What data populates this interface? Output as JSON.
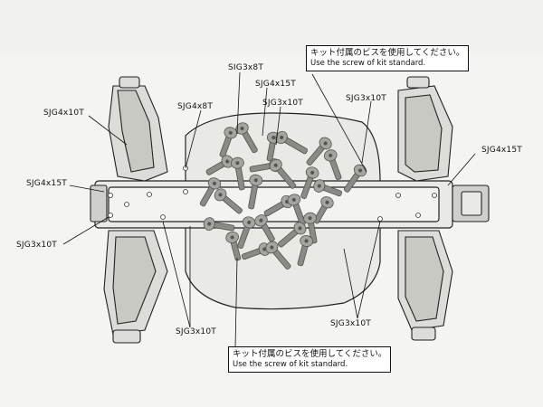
{
  "labels": {
    "sig3x8t": "SIG3x8T",
    "sjg4x15t_top": "SJG4x15T",
    "sjg3x10t_top_center": "SJG3x10T",
    "sjg4x8t": "SJG4x8T",
    "sjg4x10t": "SJG4x10T",
    "sjg3x10t_top_right": "SJG3x10T",
    "sjg4x15t_right": "SJG4x15T",
    "sjg4x15t_left": "SJG4x15T",
    "sjg3x10t_left": "SJG3x10T",
    "sjg3x10t_bottom_left": "SJG3x10T",
    "sjg3x10t_bottom_right": "SJG3x10T"
  },
  "notes": {
    "top": {
      "jp": "キット付属のビスを使用してください。",
      "en": "Use the screw of kit standard."
    },
    "bottom": {
      "jp": "キット付属のビスを使用してください。",
      "en": "Use the screw of kit standard."
    }
  },
  "colors": {
    "ink": "#111111",
    "chassis_fill": "#e9e9e6",
    "screw_fill": "#8a8a86",
    "screw_dark": "#55554f"
  }
}
